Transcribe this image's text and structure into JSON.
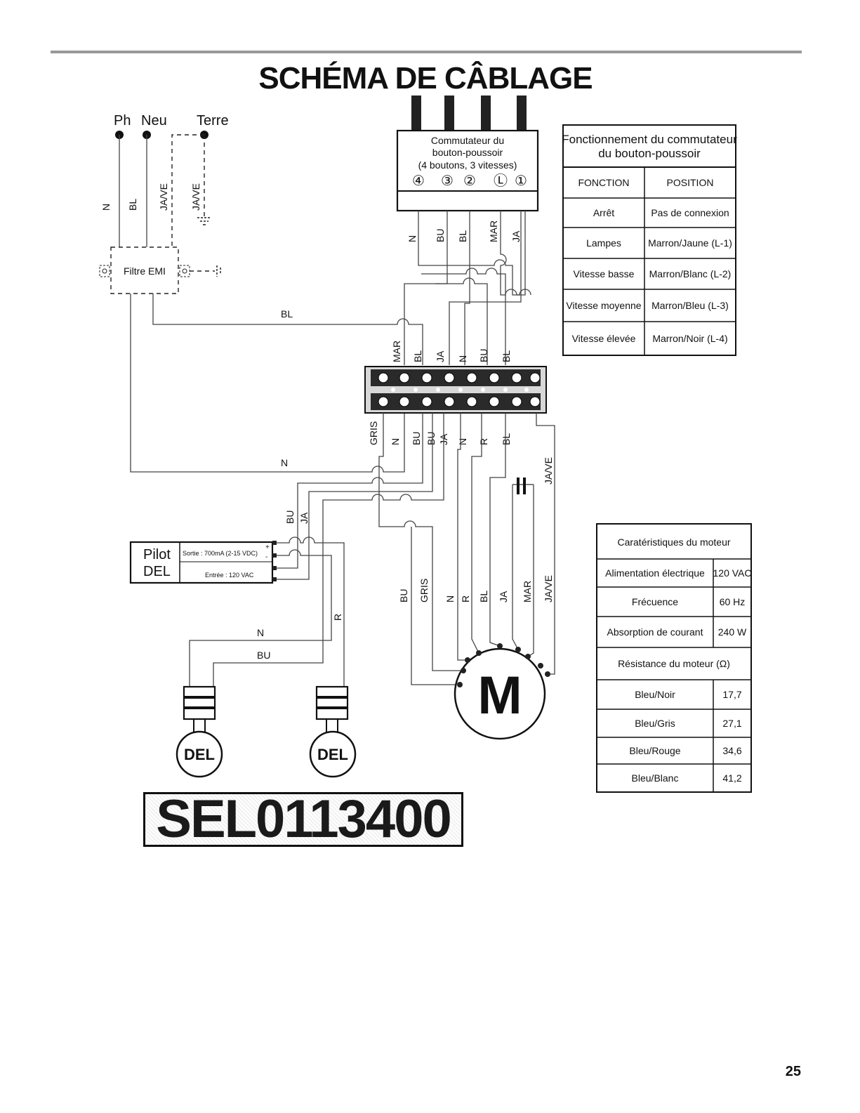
{
  "title": "SCHÉMA DE CÂBLAGE",
  "supply": {
    "ph": "Ph",
    "neu": "Neu",
    "terre": "Terre"
  },
  "supply_wires": [
    "N",
    "BL",
    "JA/VE",
    "JA/VE"
  ],
  "emi_filter": "Filtre EMI",
  "switch": {
    "title_lines": [
      "Commutateur du",
      "bouton-poussoir",
      "(4 boutons, 3 vitesses)"
    ],
    "terminals": [
      "④",
      "③",
      "②",
      "Ⓛ",
      "①"
    ],
    "wires": [
      "N",
      "BU",
      "BL",
      "MAR",
      "JA"
    ]
  },
  "wire_labels": {
    "bl_mid": "BL",
    "n_mid": "N",
    "block_top": [
      "MAR",
      "BL",
      "JA",
      "N",
      "BU",
      "BL"
    ],
    "block_bottom": [
      "GRIS",
      "N",
      "BU",
      "BU",
      "JA",
      "N",
      "R",
      "BL"
    ],
    "jave_right": "JA/VE",
    "driver_pair": [
      "BU",
      "JA"
    ],
    "led_n": "N",
    "led_bu": "BU",
    "led_r": "R",
    "motor_wires": [
      "BU",
      "GRIS",
      "N",
      "R",
      "BL",
      "JA",
      "MAR",
      "JA/VE"
    ]
  },
  "driver": {
    "name_lines": [
      "Pilot",
      "DEL"
    ],
    "output": "Sortie : 700mA (2-15 VDC)",
    "input": "Entrée : 120 VAC",
    "plus": "+",
    "minus": "-"
  },
  "led_label": "DEL",
  "motor_label": "M",
  "part_number": "SEL0113400",
  "page_number": "25",
  "switch_table": {
    "title": "Fonctionnement du commutateur du bouton-poussoir",
    "title_lines": [
      "Fonctionnement du commutateur",
      "du bouton-poussoir"
    ],
    "headers": [
      "FONCTION",
      "POSITION"
    ],
    "rows": [
      [
        "Arrêt",
        "Pas de connexion"
      ],
      [
        "Lampes",
        "Marron/Jaune (L-1)"
      ],
      [
        "Vitesse basse",
        "Marron/Blanc (L-2)"
      ],
      [
        "Vitesse moyenne",
        "Marron/Bleu (L-3)"
      ],
      [
        "Vitesse élevée",
        "Marron/Noir (L-4)"
      ]
    ]
  },
  "motor_table": {
    "title": "Caratéristiques du moteur",
    "specs": [
      [
        "Alimentation électrique",
        "120 VAC"
      ],
      [
        "Frécuence",
        "60 Hz"
      ],
      [
        "Absorption de courant",
        "240 W"
      ]
    ],
    "resistance_title": "Résistance du moteur (Ω)",
    "resistance": [
      [
        "Bleu/Noir",
        "17,7"
      ],
      [
        "Bleu/Gris",
        "27,1"
      ],
      [
        "Bleu/Rouge",
        "34,6"
      ],
      [
        "Bleu/Blanc",
        "41,2"
      ]
    ]
  }
}
